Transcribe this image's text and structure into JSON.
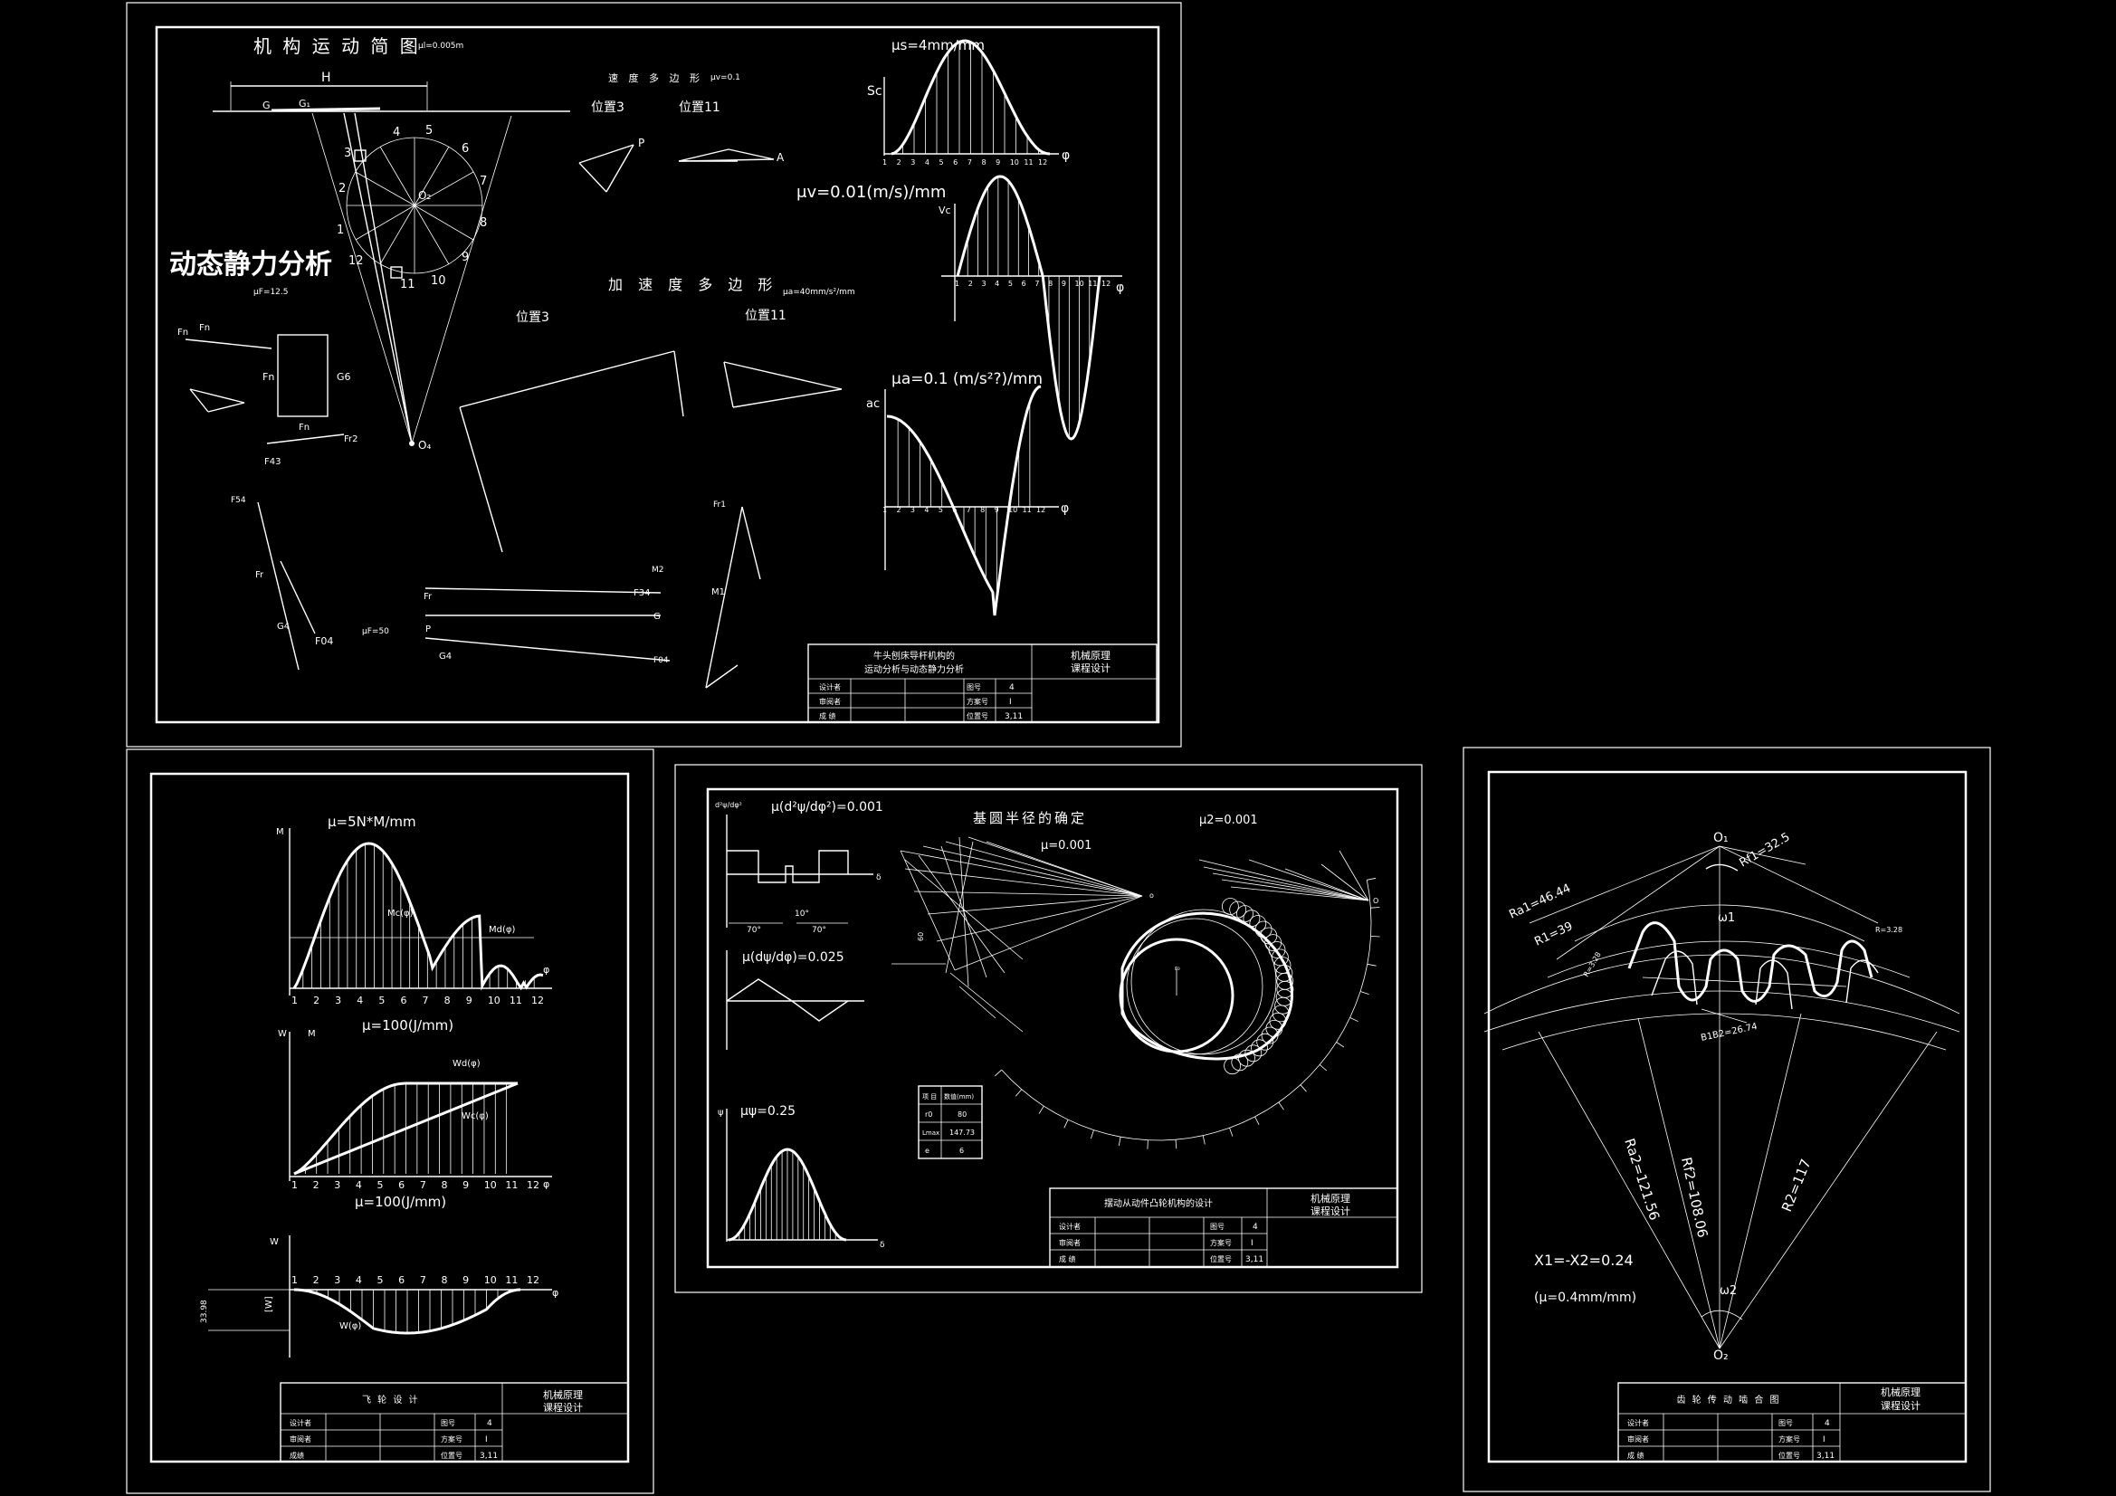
{
  "sheet1": {
    "title": "机 构 运 动 简 图",
    "title_scale": "μl=0.005m",
    "speed_polygon_title": "速 度 多 边 形",
    "speed_scale": "μv=0.1",
    "pos3": "位置3",
    "pos11": "位置11",
    "accel_polygon_title": "加 速 度 多 边 形",
    "accel_scale": "μa=40mm/s²/mm",
    "force_title": "动态静力分析",
    "force_scale": "μF=12.5",
    "pos3b": "位置3",
    "pos11b": "位置11",
    "mu_s": "μs=4mm/mm",
    "mu_v": "μv=0.01(m/s)/mm",
    "mu_a": "μa=0.1 (m/s²?)/mm",
    "mu_f2": "μF=50",
    "label_H": "H",
    "label_Sc": "Sc",
    "label_Vc": "Vc",
    "label_ac": "ac",
    "label_phi": "φ",
    "label_O2": "O₂",
    "label_O4": "O₄",
    "labels_ticks": [
      "1",
      "2",
      "3",
      "4",
      "5",
      "6",
      "7",
      "8",
      "9",
      "10",
      "11",
      "12"
    ],
    "crank_labels": [
      "1",
      "2",
      "3",
      "4",
      "5",
      "6",
      "7",
      "8",
      "9",
      "10",
      "11",
      "12"
    ],
    "tb_line1": "牛头刨床导杆机构的",
    "tb_line2": "运动分析与动态静力分析",
    "tb_right1": "机械原理",
    "tb_right2": "课程设计",
    "tb_r1": "设计者",
    "tb_r2": "审阅者",
    "tb_r3": "成 绩",
    "tb_c1": "图号",
    "tb_c2": "方案号",
    "tb_c3": "位置号",
    "tb_v1": "4",
    "tb_v2": "I",
    "tb_v3": "3,11"
  },
  "sheet2": {
    "mu_M": "μ=5N*M/mm",
    "M": "M",
    "Mc": "Mc(φ)",
    "Md": "Md(φ)",
    "mu_W": "μ=100(J/mm)",
    "W": "W",
    "Wd": "Wd(φ)",
    "Wc": "Wc(φ)",
    "mu_W2": "μ=100(J/mm)",
    "W2": "W",
    "DW": "[W]",
    "DWv": "33.98",
    "Wphi": "W(φ)",
    "phi": "φ",
    "ticks": [
      "1",
      "2",
      "3",
      "4",
      "5",
      "6",
      "7",
      "8",
      "9",
      "10",
      "11",
      "12"
    ],
    "tb_title": "飞 轮 设 计",
    "tb_right1": "机械原理",
    "tb_right2": "课程设计",
    "tb_r1": "设计者",
    "tb_r2": "审阅者",
    "tb_r3": "成绩",
    "tb_c1": "图号",
    "tb_c2": "方案号",
    "tb_c3": "位置号",
    "tb_v1": "4",
    "tb_v2": "I",
    "tb_v3": "3,11"
  },
  "sheet3": {
    "mu_d2": "μ(d²ψ/dφ²)=0.001",
    "d2label": "d²ψ/dφ²",
    "mu_d1": "μ(dψ/dφ)=0.025",
    "mu_psi": "μψ=0.25",
    "psi": "ψ",
    "delta": "δ",
    "deg70a": "70°",
    "deg10": "10°",
    "deg70b": "70°",
    "base_title": "基圆半径的确定",
    "mu_base": "μ=0.001",
    "mu_2": "μ2=0.001",
    "table": [
      [
        "项 目",
        "数值(mm)"
      ],
      [
        "r0",
        "80"
      ],
      [
        "Lmax",
        "147.73"
      ],
      [
        "e",
        "6"
      ]
    ],
    "tb_title": "摆动从动件凸轮机构的设计",
    "tb_right1": "机械原理",
    "tb_right2": "课程设计",
    "tb_r1": "设计者",
    "tb_r2": "审阅者",
    "tb_r3": "成 绩",
    "tb_c1": "图号",
    "tb_c2": "方案号",
    "tb_c3": "位置号",
    "tb_v1": "4",
    "tb_v2": "I",
    "tb_v3": "3,11"
  },
  "sheet4": {
    "O1": "O₁",
    "O2": "O₂",
    "Ra1": "Ra1=46.44",
    "R1": "R1=39",
    "Rf1": "Rf1=32.5",
    "Rb": "R=3.28",
    "B1B2": "B1B2=26.74",
    "Ra2": "Ra2=121.56",
    "Rf2": "Rf2=108.06",
    "R2": "R2=117",
    "w1": "ω1",
    "w2": "ω2",
    "X": "X1=-X2=0.24",
    "mu": "(μ=0.4mm/mm)",
    "tb_title": "齿 轮 传 动 啮 合 图",
    "tb_right1": "机械原理",
    "tb_right2": "课程设计",
    "tb_r1": "设计者",
    "tb_r2": "审阅者",
    "tb_r3": "成 绩",
    "tb_c1": "图号",
    "tb_c2": "方案号",
    "tb_c3": "位置号",
    "tb_v1": "4",
    "tb_v2": "I",
    "tb_v3": "3,11"
  }
}
